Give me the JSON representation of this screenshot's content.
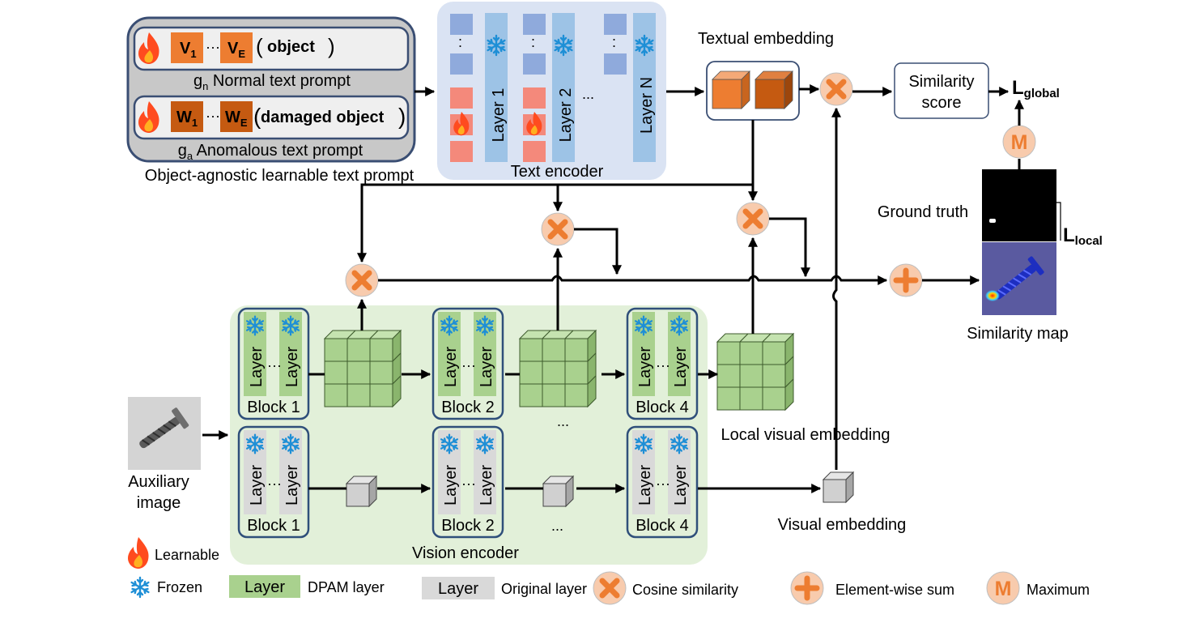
{
  "colors": {
    "prompt_outer_bg": "#c8c8c8",
    "prompt_outer_border": "#3a4e73",
    "prompt_inner_bg": "#efefef",
    "orange_light": "#ed7d31",
    "orange_dark": "#c55a11",
    "text_encoder_bg": "#dae3f3",
    "text_layer": "#9dc3e6",
    "token_blue": "#8faadc",
    "token_red": "#f4897b",
    "vision_encoder_bg": "#e2f0d9",
    "block_border": "#2f4f7a",
    "green_layer": "#a9d18e",
    "grey_layer": "#d9d9d9",
    "cube_green": "#a9d18e",
    "cube_grey": "#d0d0d0",
    "op_fill": "#f8cbad",
    "op_symbol": "#ed7d31",
    "snowflake": "#1e8fd6",
    "sim_map_bg": "#5a5aa0"
  },
  "icons": {
    "learnable": "flame-icon",
    "frozen": "snowflake-icon",
    "cosine": "x-circle-icon",
    "sum": "plus-circle-icon",
    "maximum": "m-circle-icon"
  },
  "prompt": {
    "normal_tokens": [
      "V",
      "V"
    ],
    "normal_subs": [
      "1",
      "E"
    ],
    "normal_word": "object",
    "normal_caption_g": "g",
    "normal_caption_sub": "n",
    "normal_caption_text": " Normal text prompt",
    "anomalous_tokens": [
      "W",
      "W"
    ],
    "anomalous_subs": [
      "1",
      "E"
    ],
    "anomalous_word": "damaged object",
    "anomalous_caption_g": "g",
    "anomalous_caption_sub": "a",
    "anomalous_caption_text": " Anomalous text prompt",
    "ellipsis": "···",
    "title": "Object-agnostic learnable text prompt"
  },
  "text_encoder": {
    "layers": [
      "Layer 1",
      "Layer 2",
      "Layer N"
    ],
    "dots": "...",
    "title": "Text encoder"
  },
  "labels": {
    "textual_embedding": "Textual embedding",
    "similarity_score_1": "Similarity",
    "similarity_score_2": "score",
    "l_global": "L",
    "l_global_sub": "global",
    "l_local": "L",
    "l_local_sub": "local",
    "ground_truth": "Ground truth",
    "similarity_map": "Similarity map",
    "local_visual_embedding": "Local visual embedding",
    "visual_embedding": "Visual embedding",
    "auxiliary_1": "Auxiliary",
    "auxiliary_2": "image",
    "vision_encoder": "Vision encoder",
    "m_symbol": "M",
    "dots": "..."
  },
  "vision_encoder": {
    "layer_label": "Layer",
    "blocks_top": [
      "Block 1",
      "Block 2",
      "Block 4"
    ],
    "blocks_bottom": [
      "Block 1",
      "Block 2",
      "Block 4"
    ],
    "inner_dots": "···"
  },
  "legend": {
    "learnable": "Learnable",
    "frozen": "Frozen",
    "dpam_box": "Layer",
    "dpam": "DPAM layer",
    "original_box": "Layer",
    "original": "Original layer",
    "cosine": "Cosine similarity",
    "sum": "Element-wise sum",
    "m_symbol": "M",
    "maximum": "Maximum"
  }
}
